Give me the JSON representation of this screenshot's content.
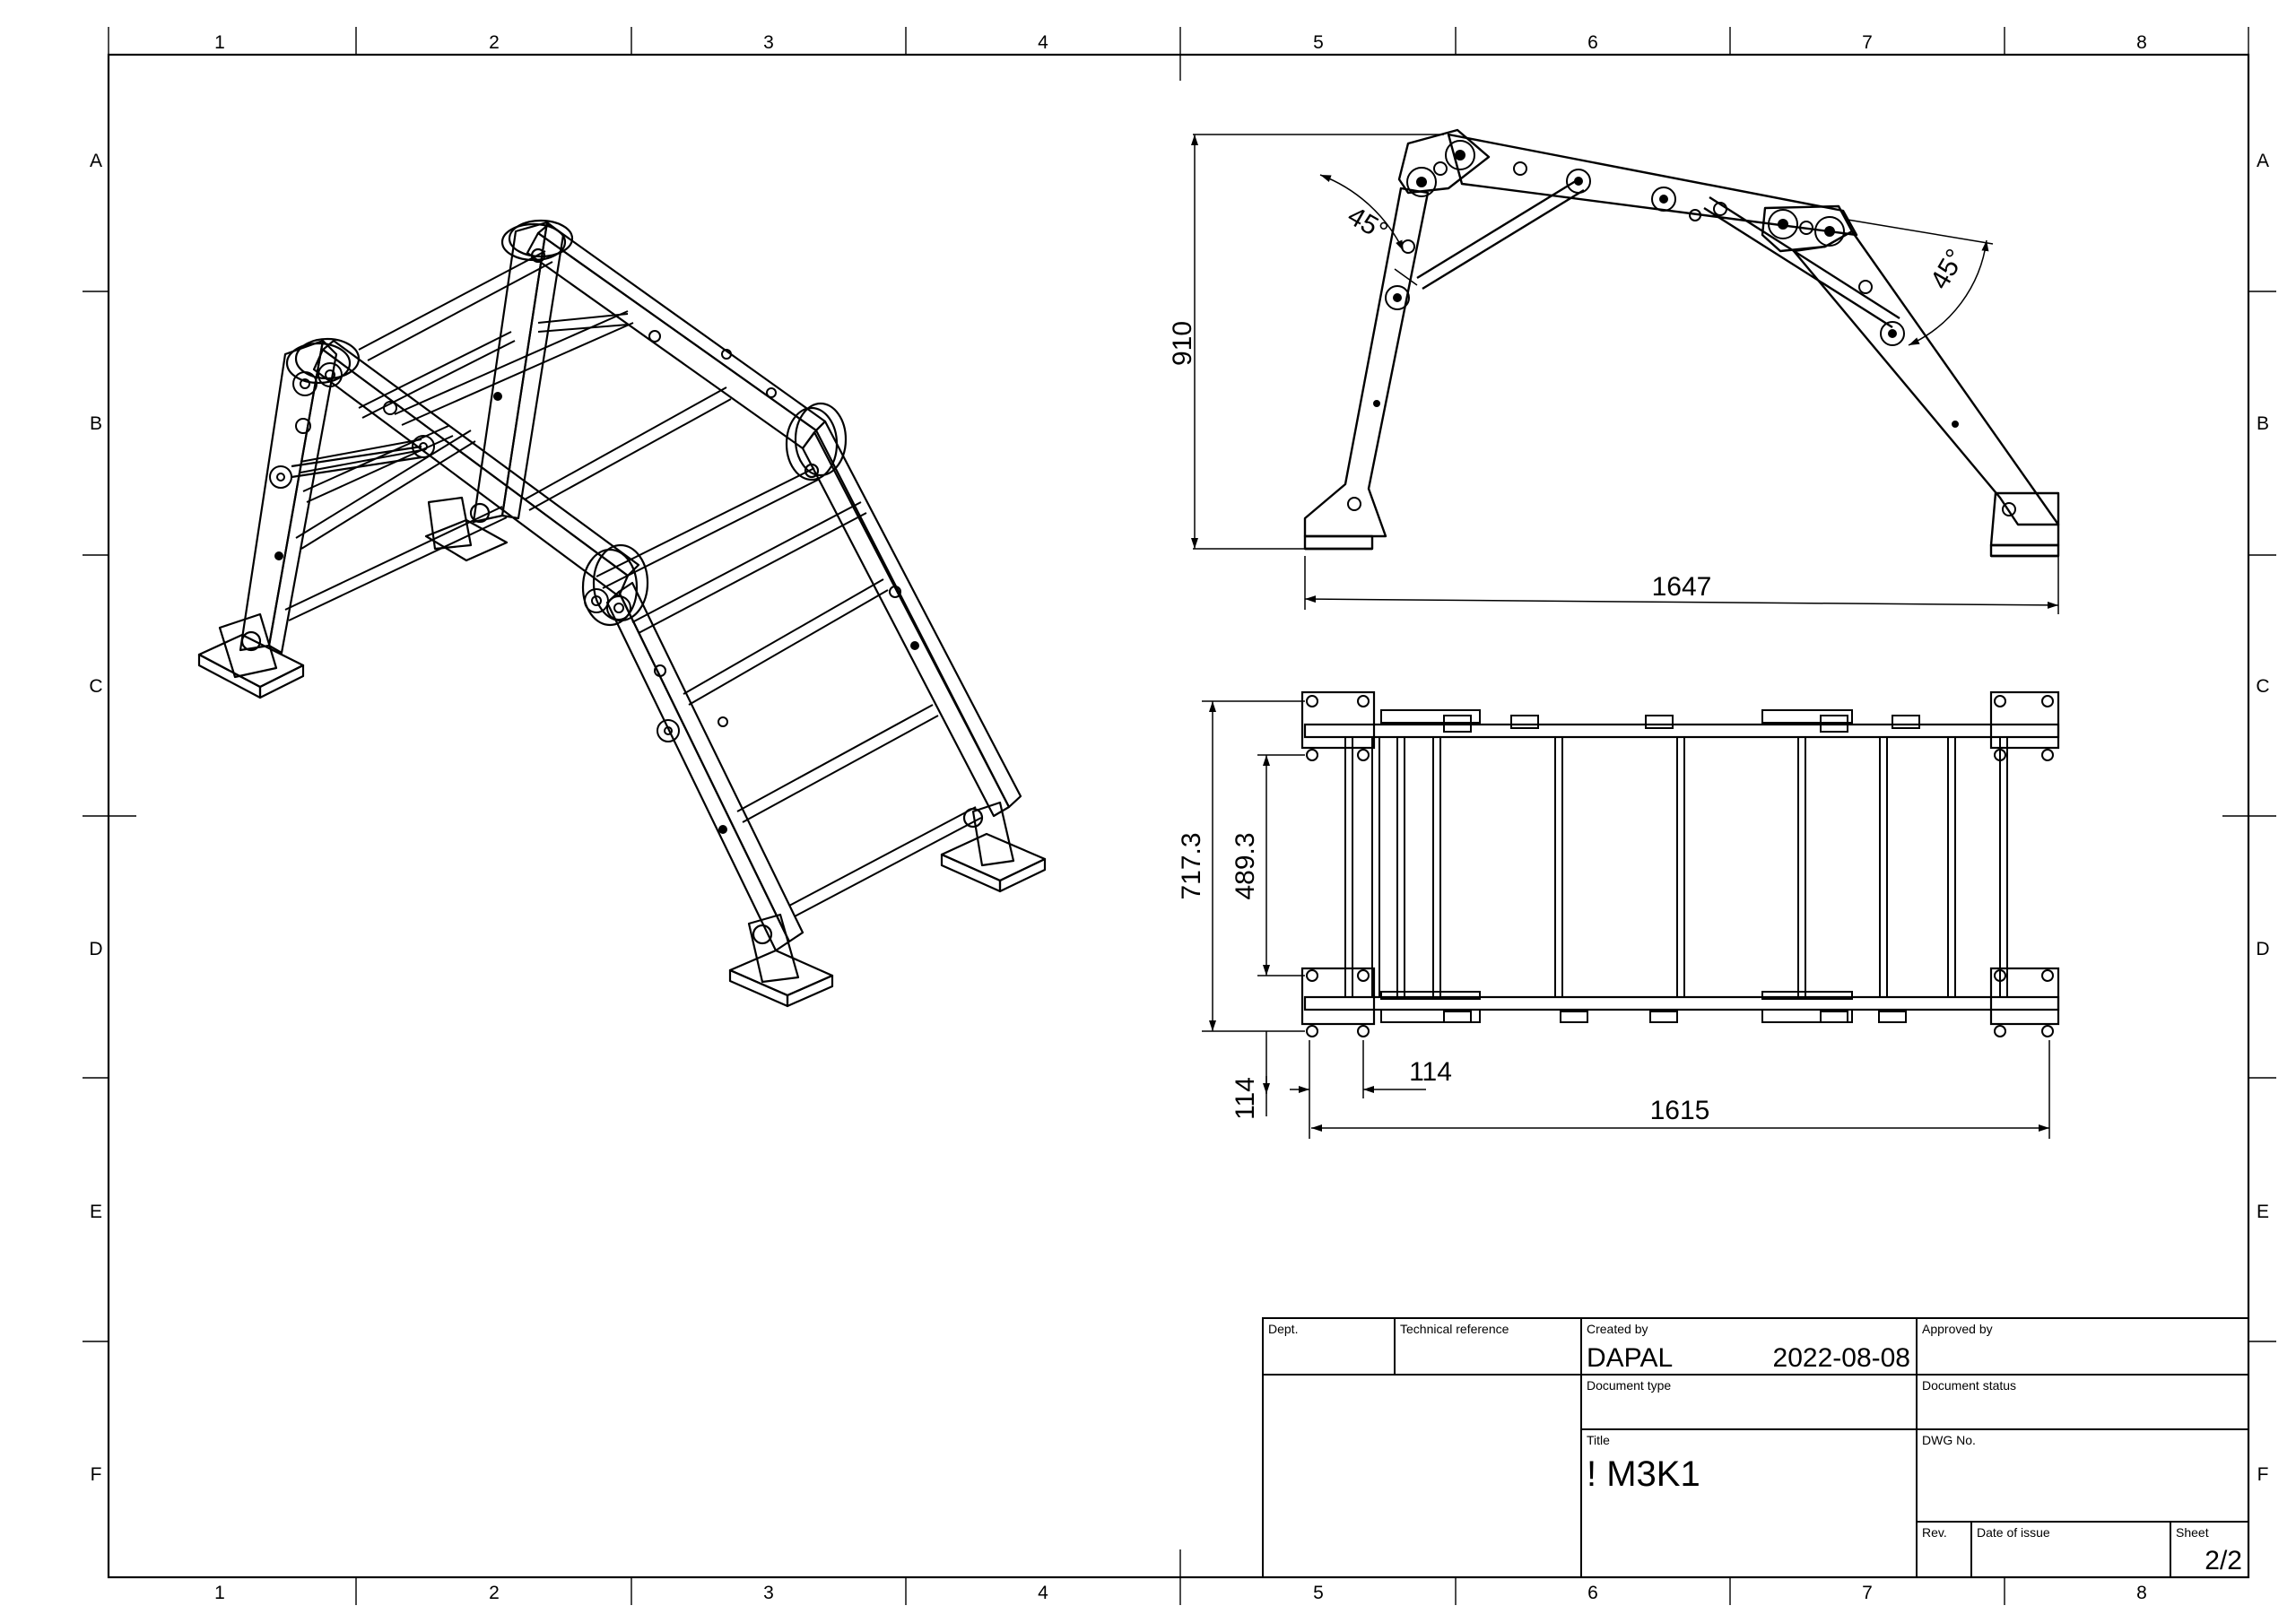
{
  "border": {
    "columns": [
      "1",
      "2",
      "3",
      "4",
      "5",
      "6",
      "7",
      "8"
    ],
    "rows": [
      "A",
      "B",
      "C",
      "D",
      "E",
      "F"
    ]
  },
  "dimensions": {
    "front_height": "910",
    "front_width": "1647",
    "angle_left": "45°",
    "angle_right": "45°",
    "top_depth_outer": "717.3",
    "top_depth_inner": "489.3",
    "top_offset_vertical": "114",
    "top_offset_horizontal": "114",
    "top_length": "1615"
  },
  "title_block": {
    "dept_label": "Dept.",
    "tech_ref_label": "Technical reference",
    "created_by_label": "Created by",
    "created_by": "DAPAL",
    "created_date": "2022-08-08",
    "approved_by_label": "Approved by",
    "doc_type_label": "Document type",
    "doc_status_label": "Document status",
    "title_label": "Title",
    "title": "! M3K1",
    "dwg_no_label": "DWG No.",
    "rev_label": "Rev.",
    "date_issue_label": "Date of issue",
    "sheet_label": "Sheet",
    "sheet": "2/2"
  }
}
